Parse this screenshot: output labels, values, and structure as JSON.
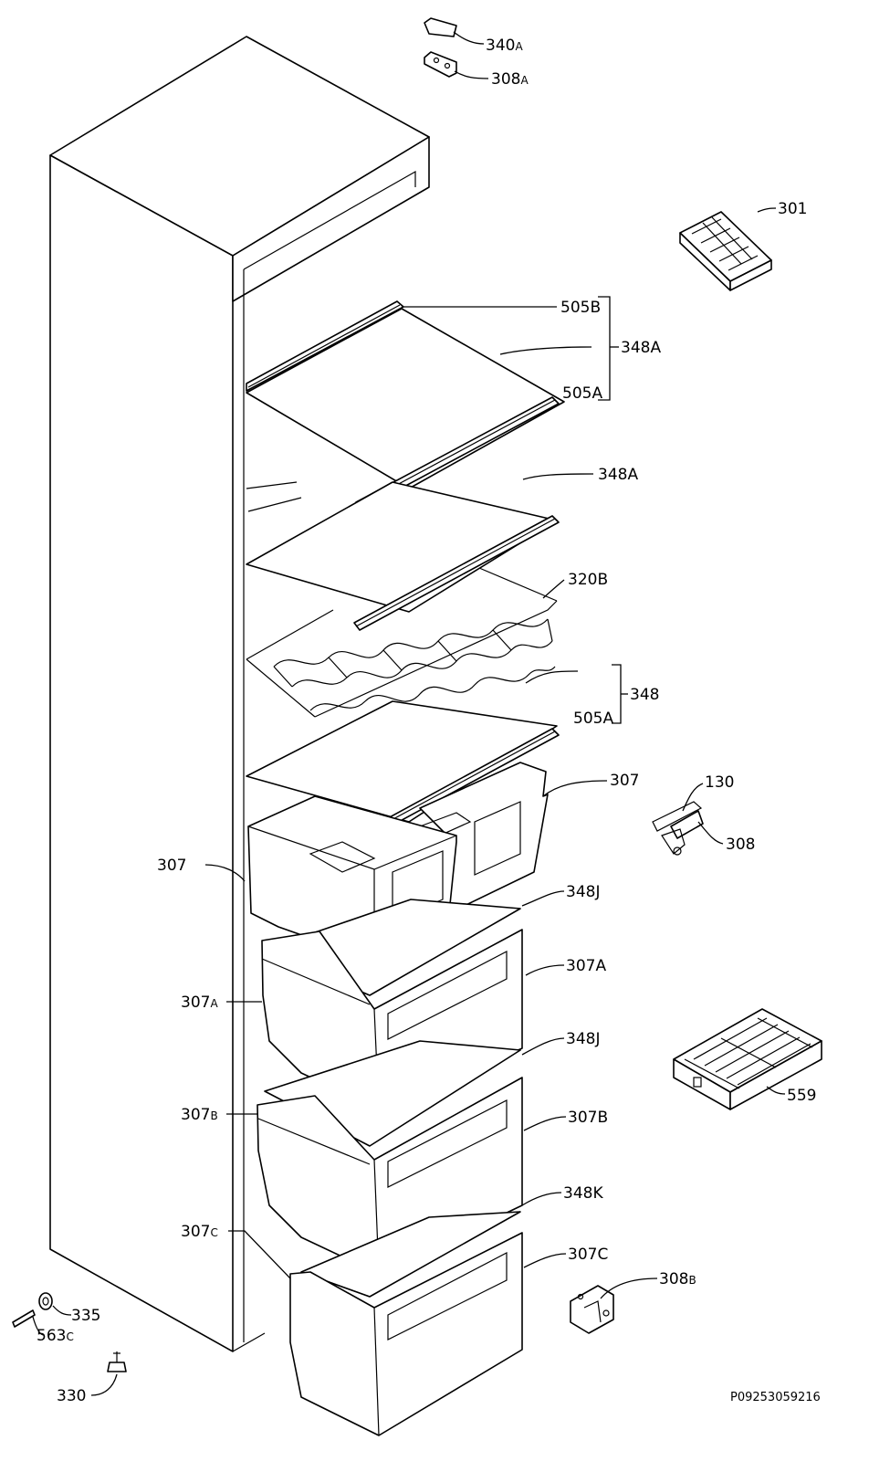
{
  "diagram": {
    "doc_code": "P09253059216",
    "labels": {
      "l340a": {
        "num": "340",
        "suf": "A"
      },
      "l308a": {
        "num": "308",
        "suf": "A"
      },
      "l301": {
        "num": "301",
        "suf": ""
      },
      "l505b": {
        "num": "505B",
        "suf": ""
      },
      "l348a_1": {
        "num": "348A",
        "suf": ""
      },
      "l505a_1": {
        "num": "505A",
        "suf": ""
      },
      "l348a_2": {
        "num": "348A",
        "suf": ""
      },
      "l320b": {
        "num": "320B",
        "suf": ""
      },
      "l348": {
        "num": "348",
        "suf": ""
      },
      "l505a_2": {
        "num": "505A",
        "suf": ""
      },
      "l307_r": {
        "num": "307",
        "suf": ""
      },
      "l130": {
        "num": "130",
        "suf": ""
      },
      "l308": {
        "num": "308",
        "suf": ""
      },
      "l307_l": {
        "num": "307",
        "suf": ""
      },
      "l348j_1": {
        "num": "348J",
        "suf": ""
      },
      "l307a_r": {
        "num": "307A",
        "suf": ""
      },
      "l307a_l": {
        "num": "307",
        "suf": "A"
      },
      "l348j_2": {
        "num": "348J",
        "suf": ""
      },
      "l559": {
        "num": "559",
        "suf": ""
      },
      "l307b_l": {
        "num": "307",
        "suf": "B"
      },
      "l307b_r": {
        "num": "307B",
        "suf": ""
      },
      "l348k": {
        "num": "348K",
        "suf": ""
      },
      "l307c_l": {
        "num": "307",
        "suf": "C"
      },
      "l307c_r": {
        "num": "307C",
        "suf": ""
      },
      "l308b": {
        "num": "308",
        "suf": "B"
      },
      "l335": {
        "num": "335",
        "suf": ""
      },
      "l563c": {
        "num": "563",
        "suf": "C"
      },
      "l330": {
        "num": "330",
        "suf": ""
      }
    }
  }
}
